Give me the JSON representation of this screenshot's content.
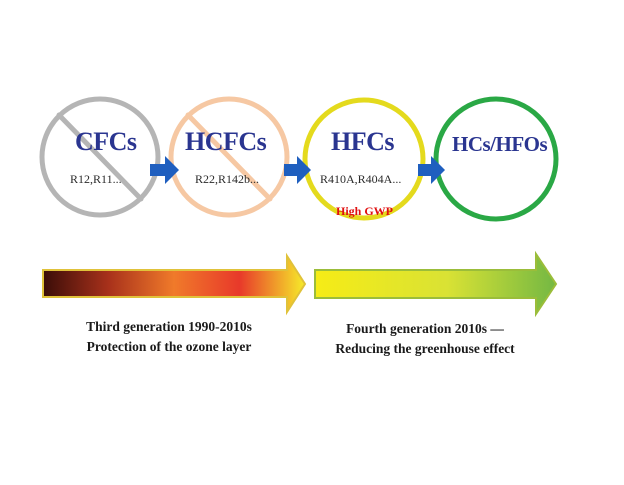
{
  "stages": [
    {
      "id": "cfcs",
      "title": "CFCs",
      "examples": "R12,R11...",
      "ring_color": "#b5b5b5",
      "banned": true
    },
    {
      "id": "hcfcs",
      "title": "HCFCs",
      "examples": "R22,R142b...",
      "ring_color": "#f6c8a3",
      "banned": true
    },
    {
      "id": "hfcs",
      "title": "HFCs",
      "examples": "R410A,R404A...",
      "note": "High GWP",
      "ring_color": "#e4da1d",
      "banned": false
    },
    {
      "id": "hcs-hfos",
      "title": "HCs/HFOs",
      "ring_color": "#2aa845",
      "banned": false
    }
  ],
  "connector_color": "#1f5fbf",
  "generations": [
    {
      "line1": "Third generation 1990-2010s",
      "line2": "Protection of the ozone layer"
    },
    {
      "line1": "Fourth generation 2010s —",
      "line2": "Reducing the greenhouse effect"
    }
  ]
}
